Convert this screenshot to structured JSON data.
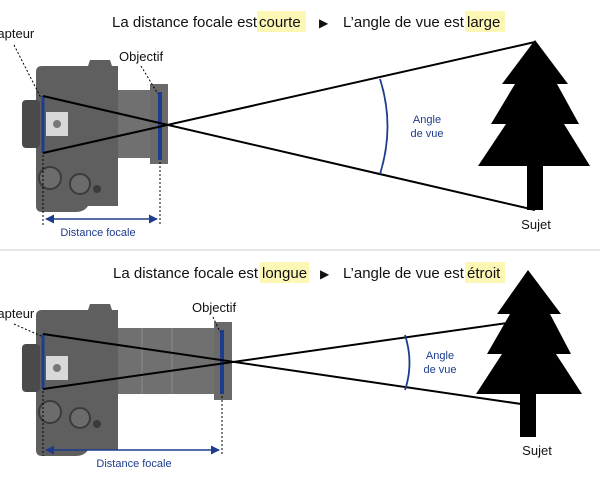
{
  "colors": {
    "highlight": "#fdf7b6",
    "blue": "#1e3c8c",
    "camera_body": "#5f5f5f",
    "camera_dark": "#4a4a4a",
    "lens": "#707070",
    "tree": "#000000",
    "divider": "#cccccc"
  },
  "panels": [
    {
      "title": {
        "prefix": "La distance focale est",
        "keyword": "courte",
        "arrow": "▶",
        "middle": "L’angle de vue est",
        "result": "large"
      },
      "labels": {
        "sensor": "Capteur",
        "lens": "Objectif",
        "angle_line1": "Angle",
        "angle_line2": "de vue",
        "focal": "Distance focale",
        "subject": "Sujet"
      }
    },
    {
      "title": {
        "prefix": "La distance focale est",
        "keyword": "longue",
        "arrow": "▶",
        "middle": "L’angle de vue est",
        "result": "étroit"
      },
      "labels": {
        "sensor": "Capteur",
        "lens": "Objectif",
        "angle_line1": "Angle",
        "angle_line2": "de vue",
        "focal": "Distance focale",
        "subject": "Sujet"
      }
    }
  ]
}
